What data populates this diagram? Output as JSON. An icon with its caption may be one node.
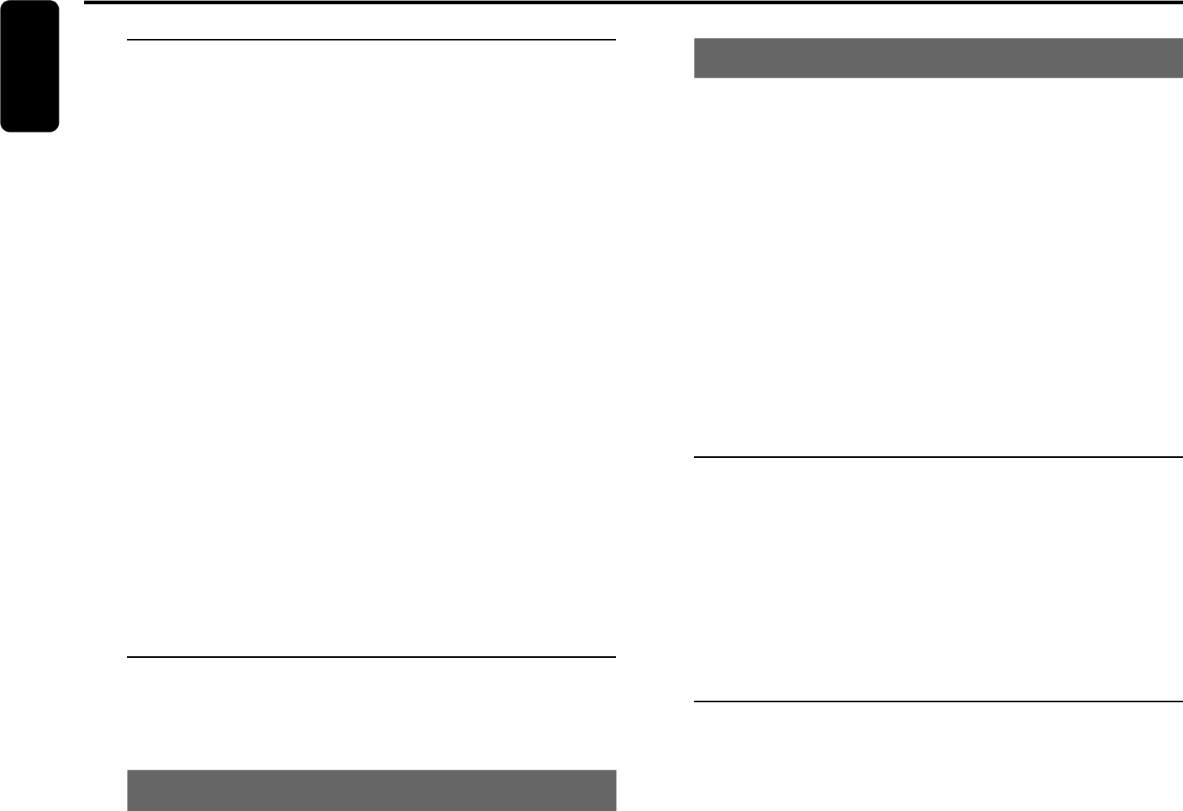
{
  "diagram": {
    "nodes": [
      {
        "text": [],
        "shape": "box"
      },
      {
        "text": [],
        "shape": "bar"
      },
      {
        "text": [],
        "shape": "bar"
      }
    ]
  }
}
